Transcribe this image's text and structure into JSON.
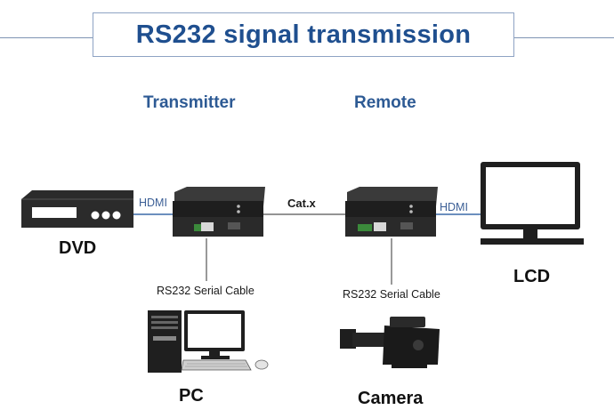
{
  "title": "RS232 signal transmission",
  "headings": {
    "transmitter": "Transmitter",
    "remote": "Remote"
  },
  "links": {
    "hdmi_left": "HDMI",
    "hdmi_right": "HDMI",
    "cat": "Cat.x",
    "serial_left": "RS232 Serial Cable",
    "serial_right": "RS232 Serial Cable"
  },
  "devices": {
    "dvd": "DVD",
    "lcd": "LCD",
    "pc": "PC",
    "camera": "Camera"
  },
  "colors": {
    "title": "#1f4f8f",
    "heading": "#2d5a94",
    "accent_line": "#3c6aa8"
  }
}
